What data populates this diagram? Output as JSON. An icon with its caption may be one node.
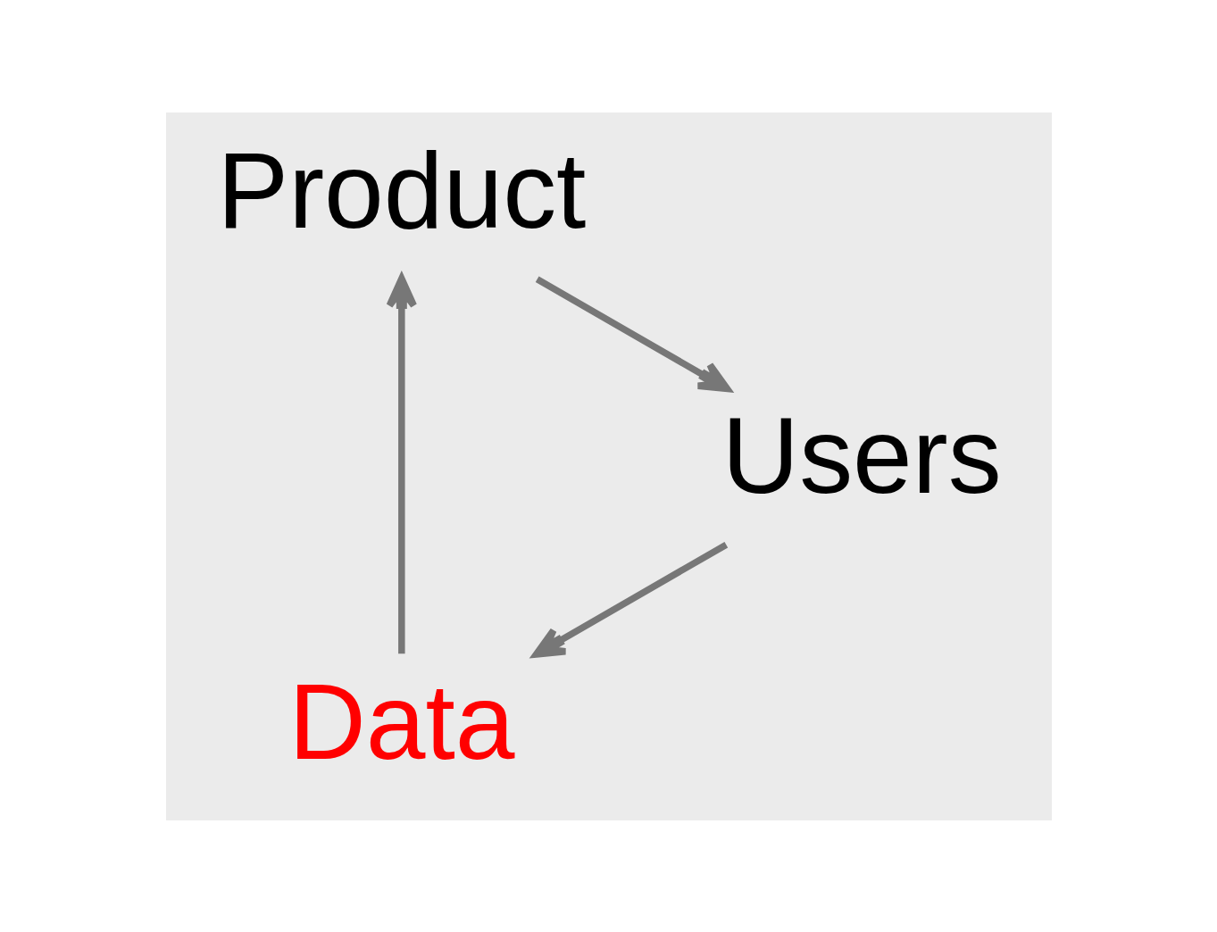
{
  "diagram": {
    "nodes": [
      {
        "text": [
          "Data"
        ]
      },
      {
        "text": [
          "Product"
        ]
      },
      {
        "text": [
          "Users"
        ]
      }
    ],
    "edges": [
      {
        "from": 0,
        "to": 1,
        "arrow": "to"
      },
      {
        "from": 1,
        "to": 2,
        "arrow": "to"
      },
      {
        "from": 2,
        "to": 0,
        "arrow": "to"
      }
    ]
  }
}
